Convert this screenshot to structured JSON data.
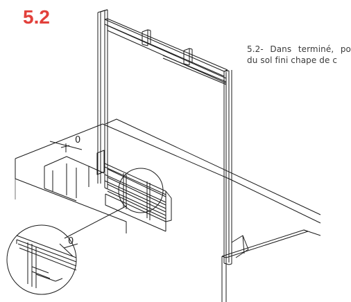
{
  "step": {
    "number": "5.2",
    "color": "#e2403b"
  },
  "caption": {
    "text": "5.2- Dans terminé, po du sol fini chape de c"
  },
  "diagram": {
    "zero_mark_floor": "0",
    "zero_mark_detail": "0",
    "line_color": "#1a1a1a"
  }
}
